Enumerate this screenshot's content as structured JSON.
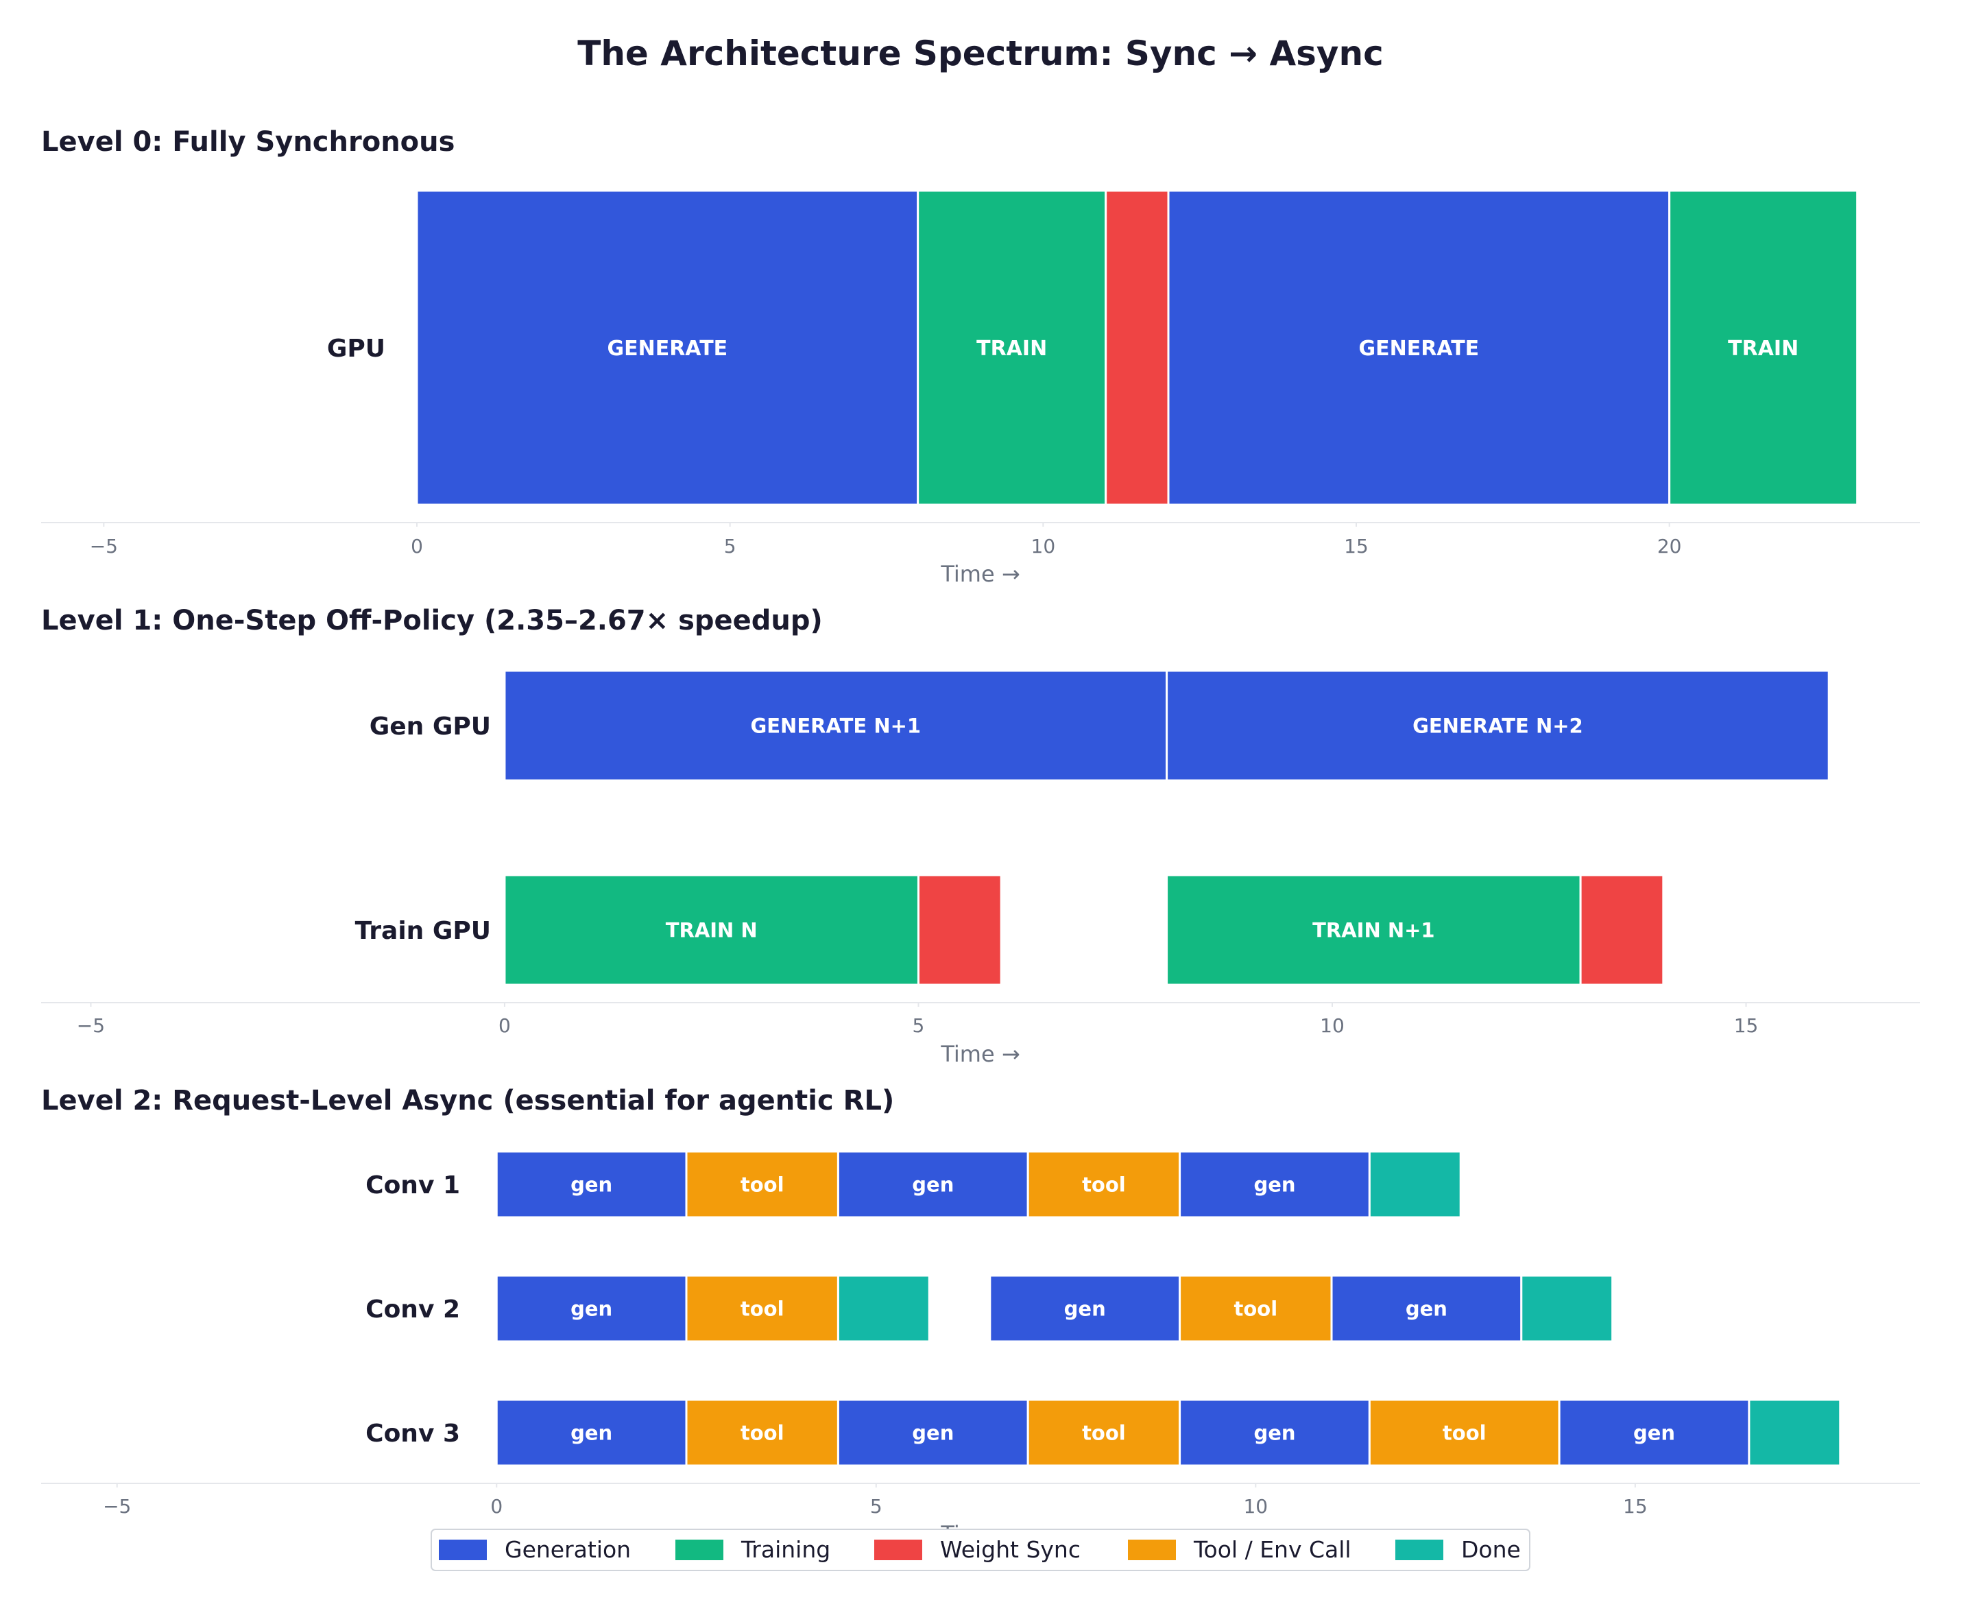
{
  "title": "The Architecture Spectrum: Sync → Async",
  "colors": {
    "generation": "#3257DB",
    "training": "#12B981",
    "weight_sync": "#EF4444",
    "tool": "#F39C0B",
    "done": "#14B8A6",
    "text_dark": "#1A1A2E",
    "tick_text": "#6B7280",
    "axis_line": "#E5E7EB"
  },
  "legend": {
    "placement": "bottom-center",
    "items": [
      {
        "label": "Generation",
        "kind": "generation"
      },
      {
        "label": "Training",
        "kind": "training"
      },
      {
        "label": "Weight Sync",
        "kind": "weight_sync"
      },
      {
        "label": "Tool / Env Call",
        "kind": "tool"
      },
      {
        "label": "Done",
        "kind": "done"
      }
    ]
  },
  "chart_data": [
    {
      "type": "gantt",
      "title": "Level 0: Fully Synchronous",
      "xlabel": "Time →",
      "xlim": [
        -6,
        24
      ],
      "xticks": [
        -5,
        0,
        5,
        10,
        15,
        20
      ],
      "xtick_labels": [
        "−5",
        "0",
        "5",
        "10",
        "15",
        "20"
      ],
      "rows": [
        {
          "label": "GPU",
          "segments": [
            {
              "start": 0,
              "end": 8,
              "kind": "generation",
              "label": "GENERATE"
            },
            {
              "start": 8,
              "end": 11,
              "kind": "training",
              "label": "TRAIN"
            },
            {
              "start": 11,
              "end": 12,
              "kind": "weight_sync",
              "label": ""
            },
            {
              "start": 12,
              "end": 20,
              "kind": "generation",
              "label": "GENERATE"
            },
            {
              "start": 20,
              "end": 23,
              "kind": "training",
              "label": "TRAIN"
            }
          ]
        }
      ]
    },
    {
      "type": "gantt",
      "title": "Level 1: One-Step Off-Policy  (2.35–2.67× speedup)",
      "xlabel": "Time →",
      "xlim": [
        -5.6,
        17.1
      ],
      "xticks": [
        -5,
        0,
        5,
        10,
        15
      ],
      "xtick_labels": [
        "−5",
        "0",
        "5",
        "10",
        "15"
      ],
      "rows": [
        {
          "label": "Gen GPU",
          "segments": [
            {
              "start": 0,
              "end": 8,
              "kind": "generation",
              "label": "GENERATE N+1"
            },
            {
              "start": 8,
              "end": 16,
              "kind": "generation",
              "label": "GENERATE N+2"
            }
          ]
        },
        {
          "label": "Train GPU",
          "segments": [
            {
              "start": 0,
              "end": 5,
              "kind": "training",
              "label": "TRAIN N"
            },
            {
              "start": 5,
              "end": 6,
              "kind": "weight_sync",
              "label": ""
            },
            {
              "start": 8,
              "end": 13,
              "kind": "training",
              "label": "TRAIN N+1"
            },
            {
              "start": 13,
              "end": 14,
              "kind": "weight_sync",
              "label": ""
            }
          ]
        }
      ]
    },
    {
      "type": "gantt",
      "title": "Level 2: Request-Level Async  (essential for agentic RL)",
      "xlabel": "Time →",
      "xlim": [
        -6,
        18.75
      ],
      "xticks": [
        -5,
        0,
        5,
        10,
        15
      ],
      "xtick_labels": [
        "−5",
        "0",
        "5",
        "10",
        "15"
      ],
      "rows": [
        {
          "label": "Conv 1",
          "segments": [
            {
              "start": 0,
              "end": 2.5,
              "kind": "generation",
              "label": "gen"
            },
            {
              "start": 2.5,
              "end": 4.5,
              "kind": "tool",
              "label": "tool"
            },
            {
              "start": 4.5,
              "end": 7,
              "kind": "generation",
              "label": "gen"
            },
            {
              "start": 7,
              "end": 9,
              "kind": "tool",
              "label": "tool"
            },
            {
              "start": 9,
              "end": 11.5,
              "kind": "generation",
              "label": "gen"
            },
            {
              "start": 11.5,
              "end": 12.7,
              "kind": "done",
              "label": ""
            }
          ]
        },
        {
          "label": "Conv 2",
          "segments": [
            {
              "start": 0,
              "end": 2.5,
              "kind": "generation",
              "label": "gen"
            },
            {
              "start": 2.5,
              "end": 4.5,
              "kind": "tool",
              "label": "tool"
            },
            {
              "start": 4.5,
              "end": 5.7,
              "kind": "done",
              "label": ""
            },
            {
              "start": 6.5,
              "end": 9,
              "kind": "generation",
              "label": "gen"
            },
            {
              "start": 9,
              "end": 11,
              "kind": "tool",
              "label": "tool"
            },
            {
              "start": 11,
              "end": 13.5,
              "kind": "generation",
              "label": "gen"
            },
            {
              "start": 13.5,
              "end": 14.7,
              "kind": "done",
              "label": ""
            }
          ]
        },
        {
          "label": "Conv 3",
          "segments": [
            {
              "start": 0,
              "end": 2.5,
              "kind": "generation",
              "label": "gen"
            },
            {
              "start": 2.5,
              "end": 4.5,
              "kind": "tool",
              "label": "tool"
            },
            {
              "start": 4.5,
              "end": 7,
              "kind": "generation",
              "label": "gen"
            },
            {
              "start": 7,
              "end": 9,
              "kind": "tool",
              "label": "tool"
            },
            {
              "start": 9,
              "end": 11.5,
              "kind": "generation",
              "label": "gen"
            },
            {
              "start": 11.5,
              "end": 14,
              "kind": "tool",
              "label": "tool"
            },
            {
              "start": 14,
              "end": 16.5,
              "kind": "generation",
              "label": "gen"
            },
            {
              "start": 16.5,
              "end": 17.7,
              "kind": "done",
              "label": ""
            }
          ]
        }
      ]
    }
  ]
}
